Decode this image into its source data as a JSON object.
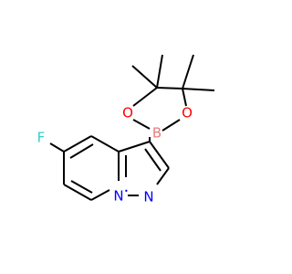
{
  "molecule": {
    "atoms": {
      "F": {
        "label": "F",
        "color": "#33CCCC"
      },
      "B": {
        "label": "B",
        "color": "#E87E7E"
      },
      "O1": {
        "label": "O",
        "color": "#FF0000"
      },
      "O2": {
        "label": "O",
        "color": "#FF0000"
      },
      "N1": {
        "label": "N",
        "color": "#0000FF"
      },
      "N2": {
        "label": "N",
        "color": "#0000FF"
      }
    }
  }
}
